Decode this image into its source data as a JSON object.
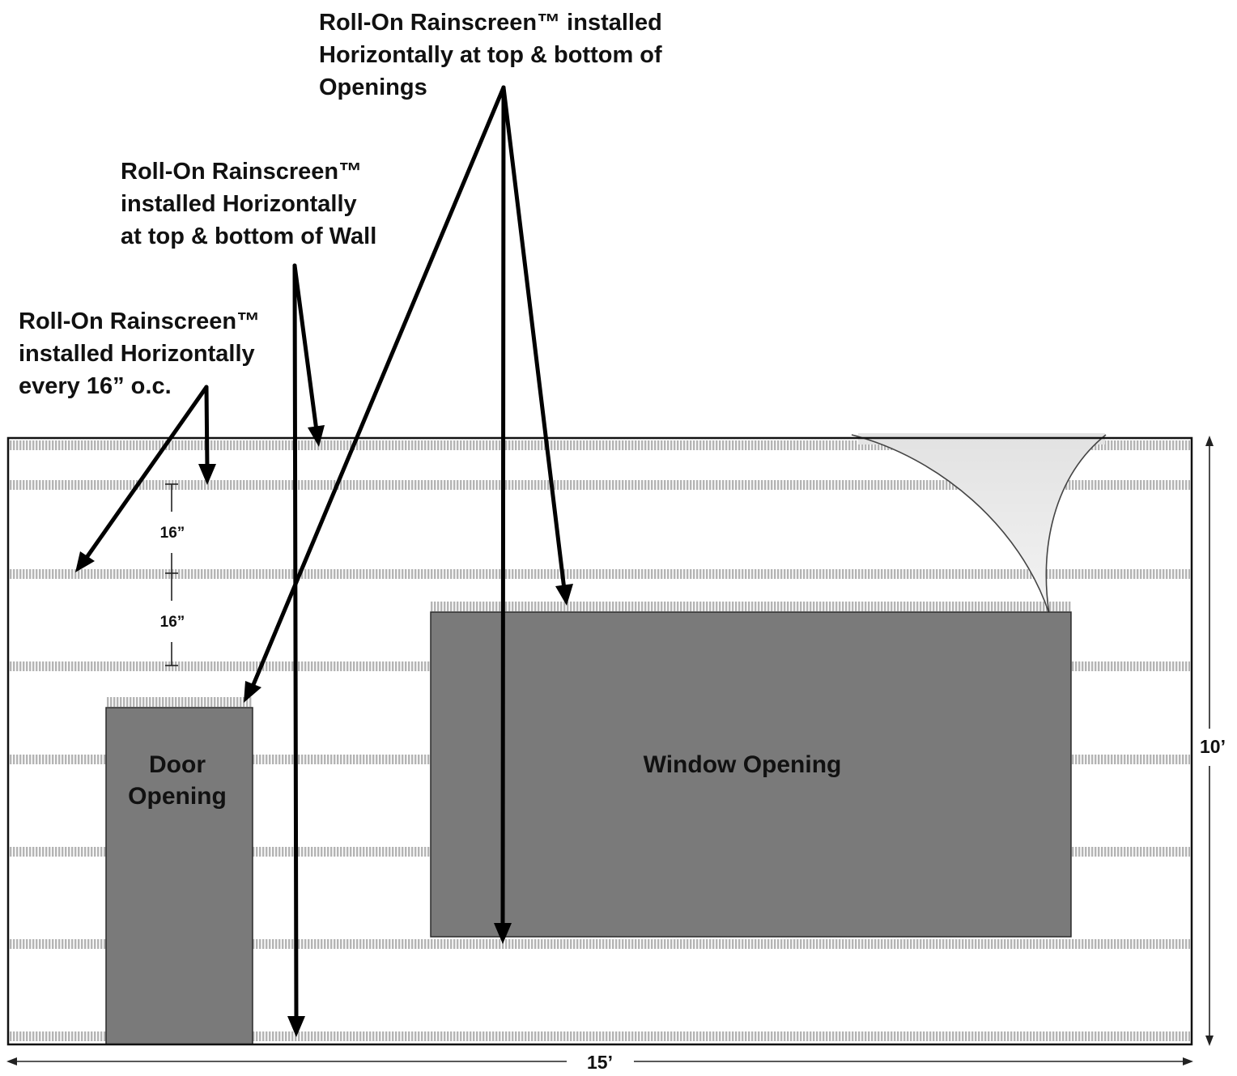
{
  "callouts": {
    "openings": [
      "Roll-On Rainscreen™ installed",
      "Horizontally at top & bottom of",
      "Openings"
    ],
    "wall": [
      "Roll-On Rainscreen™",
      "installed Horizontally",
      "at top & bottom of Wall"
    ],
    "spacing": [
      "Roll-On Rainscreen™",
      "installed Horizontally",
      "every 16” o.c."
    ]
  },
  "openings": {
    "door": [
      "Door",
      "Opening"
    ],
    "window": "Window Opening"
  },
  "dimensions": {
    "width": "15’",
    "height": "10’",
    "spacing_1": "16”",
    "spacing_2": "16”"
  },
  "colors": {
    "opening_fill": "#7a7a7a",
    "strip_fill": "#b4b4b4",
    "outline": "#111111",
    "roll_fill": "#eeeeee"
  },
  "icons": {
    "strip": "rainscreen-strip",
    "roll": "peeled-roll-corner",
    "arrow": "callout-arrow"
  }
}
